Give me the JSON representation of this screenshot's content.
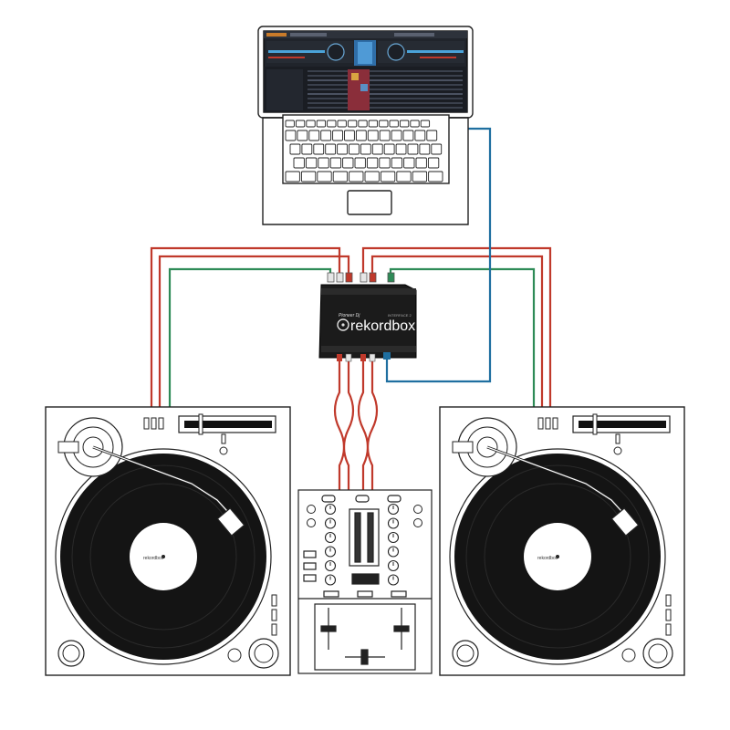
{
  "interface": {
    "brand_label": "Pioneer Dj",
    "logo_text": "rekordbox",
    "model_label": "INTERFACE 2"
  },
  "records": {
    "label_text": "rekordbox"
  },
  "colors": {
    "outline": "#222222",
    "cable_red": "#c0392b",
    "cable_green": "#2e8b57",
    "cable_blue": "#1f6fa0",
    "vinyl": "#141414",
    "interface_body": "#1b1b1b"
  }
}
